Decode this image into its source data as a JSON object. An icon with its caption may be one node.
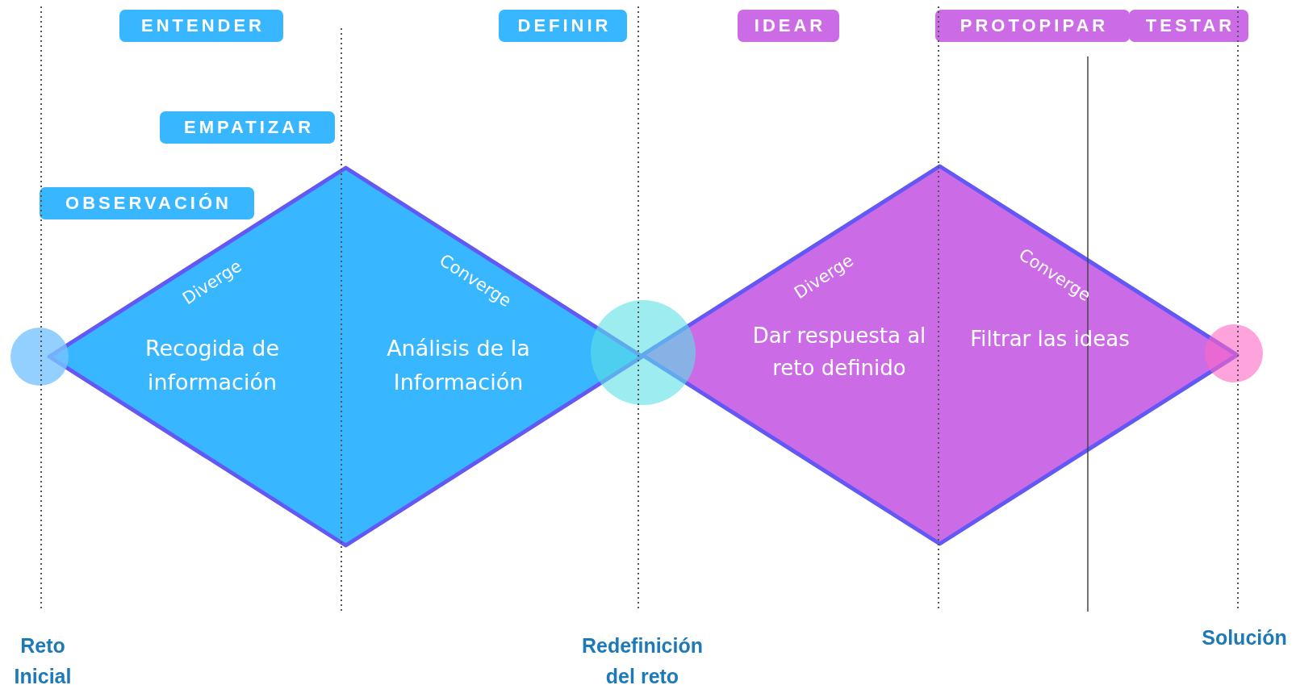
{
  "diagram": {
    "nodes": [
      {
        "text": [
          "ENTENDER"
        ]
      },
      {
        "text": [
          "DEFINIR"
        ]
      },
      {
        "text": [
          "IDEAR"
        ]
      },
      {
        "text": [
          "PROTOPIPAR"
        ]
      },
      {
        "text": [
          "TESTAR"
        ]
      },
      {
        "text": [
          "EMPATIZAR"
        ]
      },
      {
        "text": [
          "OBSERVACIÓN"
        ]
      },
      {
        "text": [],
        "shape": "circle"
      },
      {
        "text": [
          "Diverge",
          "Converge",
          "Recogida de información",
          "Análisis de la Información"
        ]
      },
      {
        "text": [],
        "shape": "circle"
      },
      {
        "text": [
          "Diverge",
          "Converge",
          "Dar respuesta al reto definido",
          "Filtrar las ideas"
        ]
      },
      {
        "text": [],
        "shape": "circle"
      }
    ],
    "labels": [
      "Reto Inicial",
      "Redefinición del reto",
      "Solución"
    ]
  }
}
